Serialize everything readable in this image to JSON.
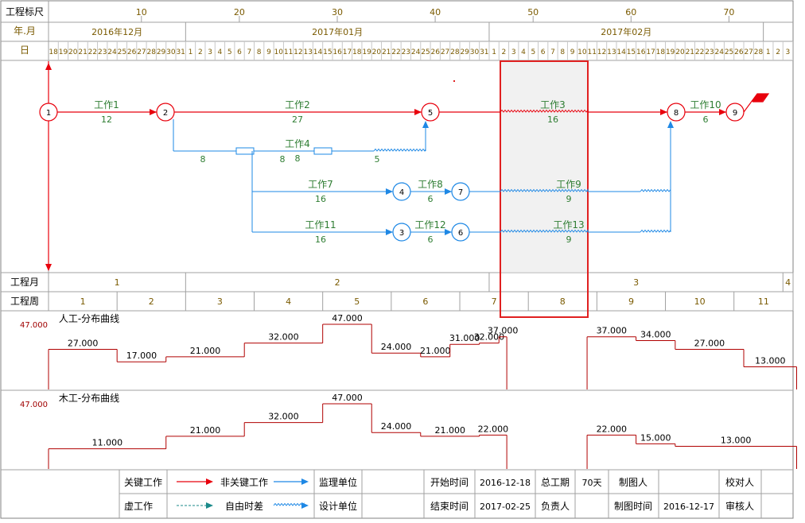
{
  "labels": {
    "scale_header": "工程标尺",
    "yearmonth_header": "年.月",
    "day_header": "日",
    "month_row_header": "工程月",
    "week_row_header": "工程周"
  },
  "scale_ticks": [
    "10",
    "20",
    "30",
    "40",
    "50",
    "60",
    "70"
  ],
  "months": [
    "2016年12月",
    "2017年01月",
    "2017年02月"
  ],
  "days": [
    "18",
    "19",
    "20",
    "21",
    "22",
    "23",
    "24",
    "25",
    "26",
    "27",
    "28",
    "29",
    "30",
    "31",
    "1",
    "2",
    "3",
    "4",
    "5",
    "6",
    "7",
    "8",
    "9",
    "10",
    "11",
    "12",
    "13",
    "14",
    "15",
    "16",
    "17",
    "18",
    "19",
    "20",
    "21",
    "22",
    "23",
    "24",
    "25",
    "26",
    "27",
    "28",
    "29",
    "30",
    "31",
    "1",
    "2",
    "3",
    "4",
    "5",
    "6",
    "7",
    "8",
    "9",
    "10",
    "11",
    "12",
    "13",
    "14",
    "15",
    "16",
    "17",
    "18",
    "19",
    "20",
    "21",
    "22",
    "23",
    "24",
    "25",
    "26",
    "27",
    "28",
    "1",
    "2",
    "3"
  ],
  "project_months": [
    "1",
    "2",
    "3",
    "4"
  ],
  "project_weeks": [
    "1",
    "2",
    "3",
    "4",
    "5",
    "6",
    "7",
    "8",
    "9",
    "10",
    "11"
  ],
  "nodes": [
    "1",
    "2",
    "3",
    "4",
    "5",
    "6",
    "7",
    "8",
    "9"
  ],
  "tasks": [
    {
      "name": "工作1",
      "dur": "12",
      "kind": "critical"
    },
    {
      "name": "工作2",
      "dur": "27",
      "kind": "critical"
    },
    {
      "name": "工作3",
      "dur": "16",
      "kind": "critical"
    },
    {
      "name": "工作10",
      "dur": "6",
      "kind": "critical"
    },
    {
      "name": "工作4",
      "dur": "8",
      "kind": "normal"
    },
    {
      "name": "工作7",
      "dur": "16",
      "kind": "normal"
    },
    {
      "name": "工作8",
      "dur": "6",
      "kind": "normal"
    },
    {
      "name": "工作9",
      "dur": "9",
      "kind": "normal"
    },
    {
      "name": "工作11",
      "dur": "16",
      "kind": "normal"
    },
    {
      "name": "工作12",
      "dur": "6",
      "kind": "normal"
    },
    {
      "name": "工作13",
      "dur": "9",
      "kind": "normal"
    }
  ],
  "lag_labels": [
    "8",
    "8",
    "5"
  ],
  "curve1": {
    "title": "人工-分布曲线",
    "max_label": "47.000",
    "values": [
      "27.000",
      "17.000",
      "21.000",
      "32.000",
      "47.000",
      "24.000",
      "21.000",
      "31.000",
      "32.000",
      "37.000",
      "37.000",
      "34.000",
      "27.000",
      "13.000"
    ]
  },
  "curve2": {
    "title": "木工-分布曲线",
    "max_label": "47.000",
    "values": [
      "11.000",
      "21.000",
      "32.000",
      "47.000",
      "24.000",
      "21.000",
      "22.000",
      "22.000",
      "15.000",
      "13.000"
    ]
  },
  "legend": {
    "critical": "关键工作",
    "noncritical": "非关键工作",
    "dummy": "虚工作",
    "float": "自由时差",
    "supervisor": "监理单位",
    "designer": "设计单位",
    "start_label": "开始时间",
    "start_value": "2016-12-18",
    "end_label": "结束时间",
    "end_value": "2017-02-25",
    "total_label": "总工期",
    "total_value": "70天",
    "owner_label": "负责人",
    "drafter_label": "制图人",
    "draft_time_label": "制图时间",
    "draft_time_value": "2016-12-17",
    "checker_label": "校对人",
    "reviewer_label": "审核人"
  },
  "colors": {
    "critical": "#e8000c",
    "normal": "#1e88e5",
    "text_green": "#2e7d32",
    "header_text": "#7a5a00",
    "max_red": "#a00000",
    "selection": "#e02020",
    "grid": "#a0a0a0"
  }
}
